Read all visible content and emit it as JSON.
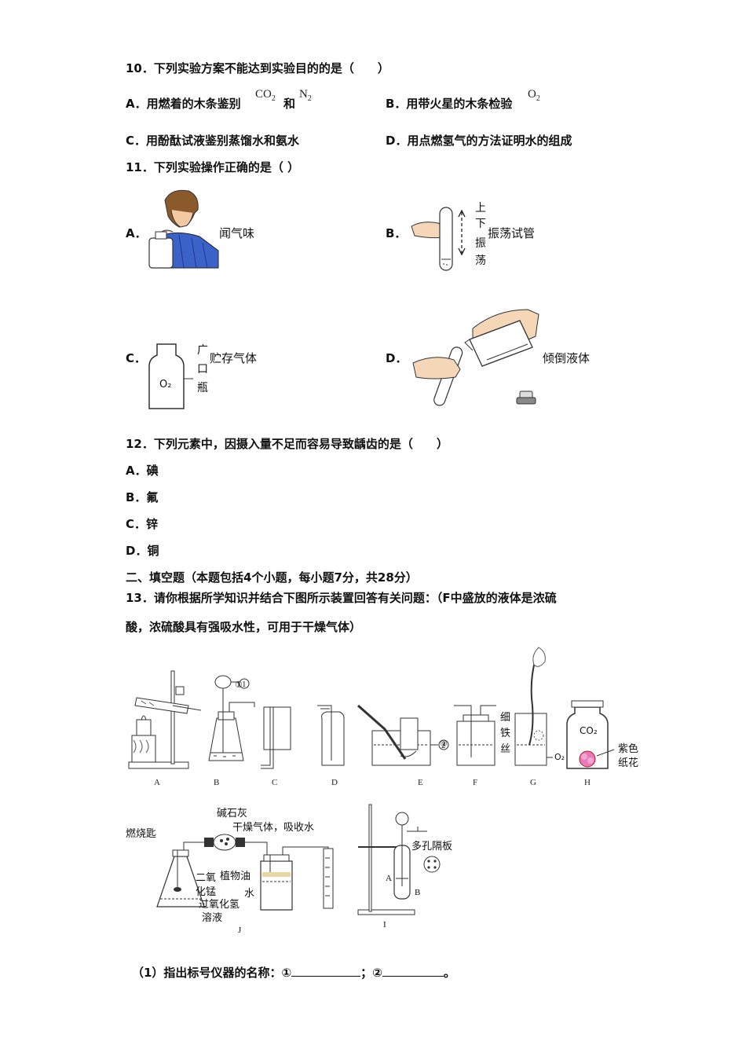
{
  "q10": {
    "stem": "10．下列实验方案不能达到实验目的的是（　　）",
    "a_label": "A．用燃着的木条鉴别",
    "a_co2": "CO",
    "a_co2_sub": "2",
    "a_and": "和",
    "a_n2": "N",
    "a_n2_sub": "2",
    "b_label": "B．用带火星的木条检验",
    "b_o2": "O",
    "b_o2_sub": "2",
    "c": "C．用酚酞试液鉴别蒸馏水和氨水",
    "d": "D．用点燃氢气的方法证明水的组成"
  },
  "q11": {
    "stem": "11．下列实验操作正确的是（ ）",
    "a_letter": "A．",
    "a_caption": "闻气味",
    "b_letter": "B．",
    "b_caption": "振荡试管",
    "b_side_chars": [
      "上",
      "下",
      "振",
      "荡"
    ],
    "c_letter": "C．",
    "c_caption": "贮存气体",
    "c_side_chars": [
      "广",
      "口",
      "瓶"
    ],
    "c_bottle_label": "O₂",
    "d_letter": "D．",
    "d_caption": "倾倒液体"
  },
  "q12": {
    "stem": "12．下列元素中，因摄入量不足而容易导致龋齿的是（　　）",
    "options": [
      "A．碘",
      "B．氟",
      "C．锌",
      "D．铜"
    ]
  },
  "section2": "二、填空题（本题包括4个小题，每小题7分，共28分）",
  "q13": {
    "line1": "13．请你根据所学知识并结合下图所示装置回答有关问题：（F中盛放的液体是浓硫",
    "line2": "酸，浓硫酸具有强吸水性，可用于干燥气体）",
    "apparatus_letters": [
      "A",
      "B",
      "C",
      "D",
      "E",
      "F",
      "G",
      "H"
    ],
    "marker1": "①",
    "marker2": "②",
    "g_label_chars": [
      "细",
      "铁",
      "丝"
    ],
    "g_o2": "O₂",
    "h_co2": "CO₂",
    "h_label1": "紫色",
    "h_label2": "纸花",
    "j_labels": {
      "spoon": "燃烧匙",
      "sodalime": "碱石灰",
      "dry": "干燥气体，吸收水",
      "mno2_1": "二氧",
      "mno2_2": "化锰",
      "h2o2_1": "过氧化氢",
      "h2o2_2": "溶液",
      "oil": "植物油",
      "water": "水",
      "letter": "J"
    },
    "i_labels": {
      "plate": "多孔隔板",
      "a": "A",
      "b": "B",
      "letter": "I"
    },
    "sub1_prefix": "（1）指出标号仪器的名称：①",
    "sub1_sep": "；②",
    "sub1_end": "。"
  }
}
